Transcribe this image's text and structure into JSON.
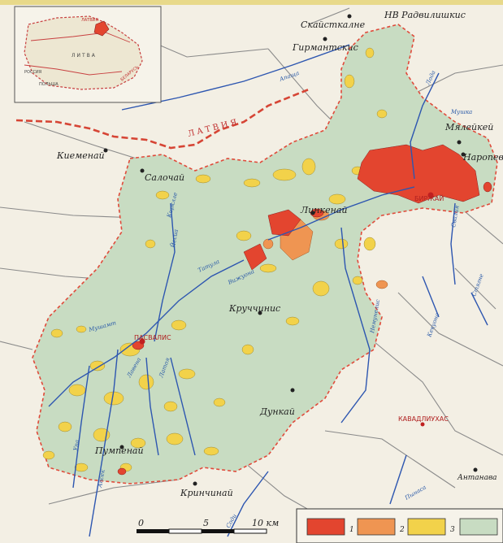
{
  "places": {
    "skaistkalne": "Скайсткалне",
    "nv_radvilishkis": "НВ Радвилишкис",
    "girmantskis": "Гирмантскис",
    "myaleikei": "Мялейкей",
    "naropevo": "Наропевo",
    "kiemenai": "Киеменай",
    "salochai": "Салочай",
    "linkenai": "Линкенай",
    "birzhai": "БИРЖАЙ",
    "pasvalis": "ПАСВАЛИС",
    "kriuchinis": "Круччинис",
    "dunkai": "Дункай",
    "pumpenai": "Пумпенай",
    "krinchinai": "Кринчинай",
    "kadaiukhas": "КАВАДЛИУХАС",
    "antanava": "Антанава"
  },
  "rivers": {
    "apaskha": "Апаща",
    "loda": "Лода",
    "mushka": "Мушка",
    "kirkila": "Кирклле",
    "vyzhuona": "Вижуона",
    "yiesia": "Йесиа",
    "mushamt": "Мушамт",
    "lavena": "Лавена",
    "latoja": "Латоя",
    "tatula": "Татула",
    "nemunelis": "Немунелис",
    "kiekuona": "Кекуона",
    "stigne": "Стягне",
    "svalia": "Свалия",
    "pynasa": "Пынаса",
    "sodi": "Соди",
    "apseekis": "Апсек",
    "upa": "Упа"
  },
  "country_label": "ЛАТВИЯ",
  "inset": {
    "latvia": "ЛАТВИЯ",
    "lithuania": "ЛИТВА",
    "russia": "РОССИЯ",
    "poland": "ПОЛЬША",
    "belarus": "БЕЛАРУСЬ"
  },
  "scale": {
    "ticks": [
      "0",
      "5",
      "10 км"
    ]
  },
  "legend": {
    "items": [
      {
        "label": "1",
        "color": "#e3452f"
      },
      {
        "label": "2",
        "color": "#ef9552"
      },
      {
        "label": "3",
        "color": "#f2d24a"
      },
      {
        "label": "",
        "color": "#c8dcc2"
      }
    ]
  },
  "colors": {
    "region_fill": "#c8dcc2",
    "border": "#e04a3a",
    "river": "#2d56b0",
    "road": "#7a7a7a"
  }
}
